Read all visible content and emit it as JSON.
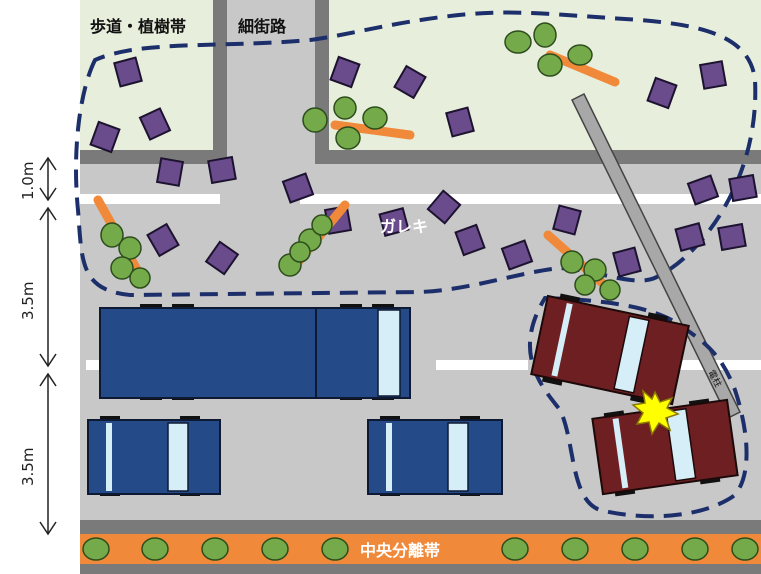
{
  "labels": {
    "sidewalk": "歩道・植樹帯",
    "alley": "細街路",
    "debris": "ガレキ",
    "median": "中央分離帯",
    "pole": "電柱"
  },
  "dimensions": {
    "sidewalk_gap": "1.0m",
    "lane_upper": "3.5m",
    "lane_lower": "3.5m"
  },
  "colors": {
    "sidewalk": "#e8eedc",
    "road": "#c8c8c8",
    "curb": "#7a7a7a",
    "debris_block": "#6a4c8c",
    "tree_trunk": "#f08a3a",
    "tree_leaf": "#74aa4a",
    "blue_vehicle": "#244a88",
    "red_vehicle": "#6e1f22",
    "window": "#d6eef7",
    "median": "#f08a3a",
    "dashed_outline": "#1c2f6b",
    "collision": "#ffff00"
  },
  "icons": [
    "debris-block-icon",
    "fallen-tree-icon",
    "utility-pole-icon",
    "collision-icon",
    "median-shrub-icon"
  ]
}
